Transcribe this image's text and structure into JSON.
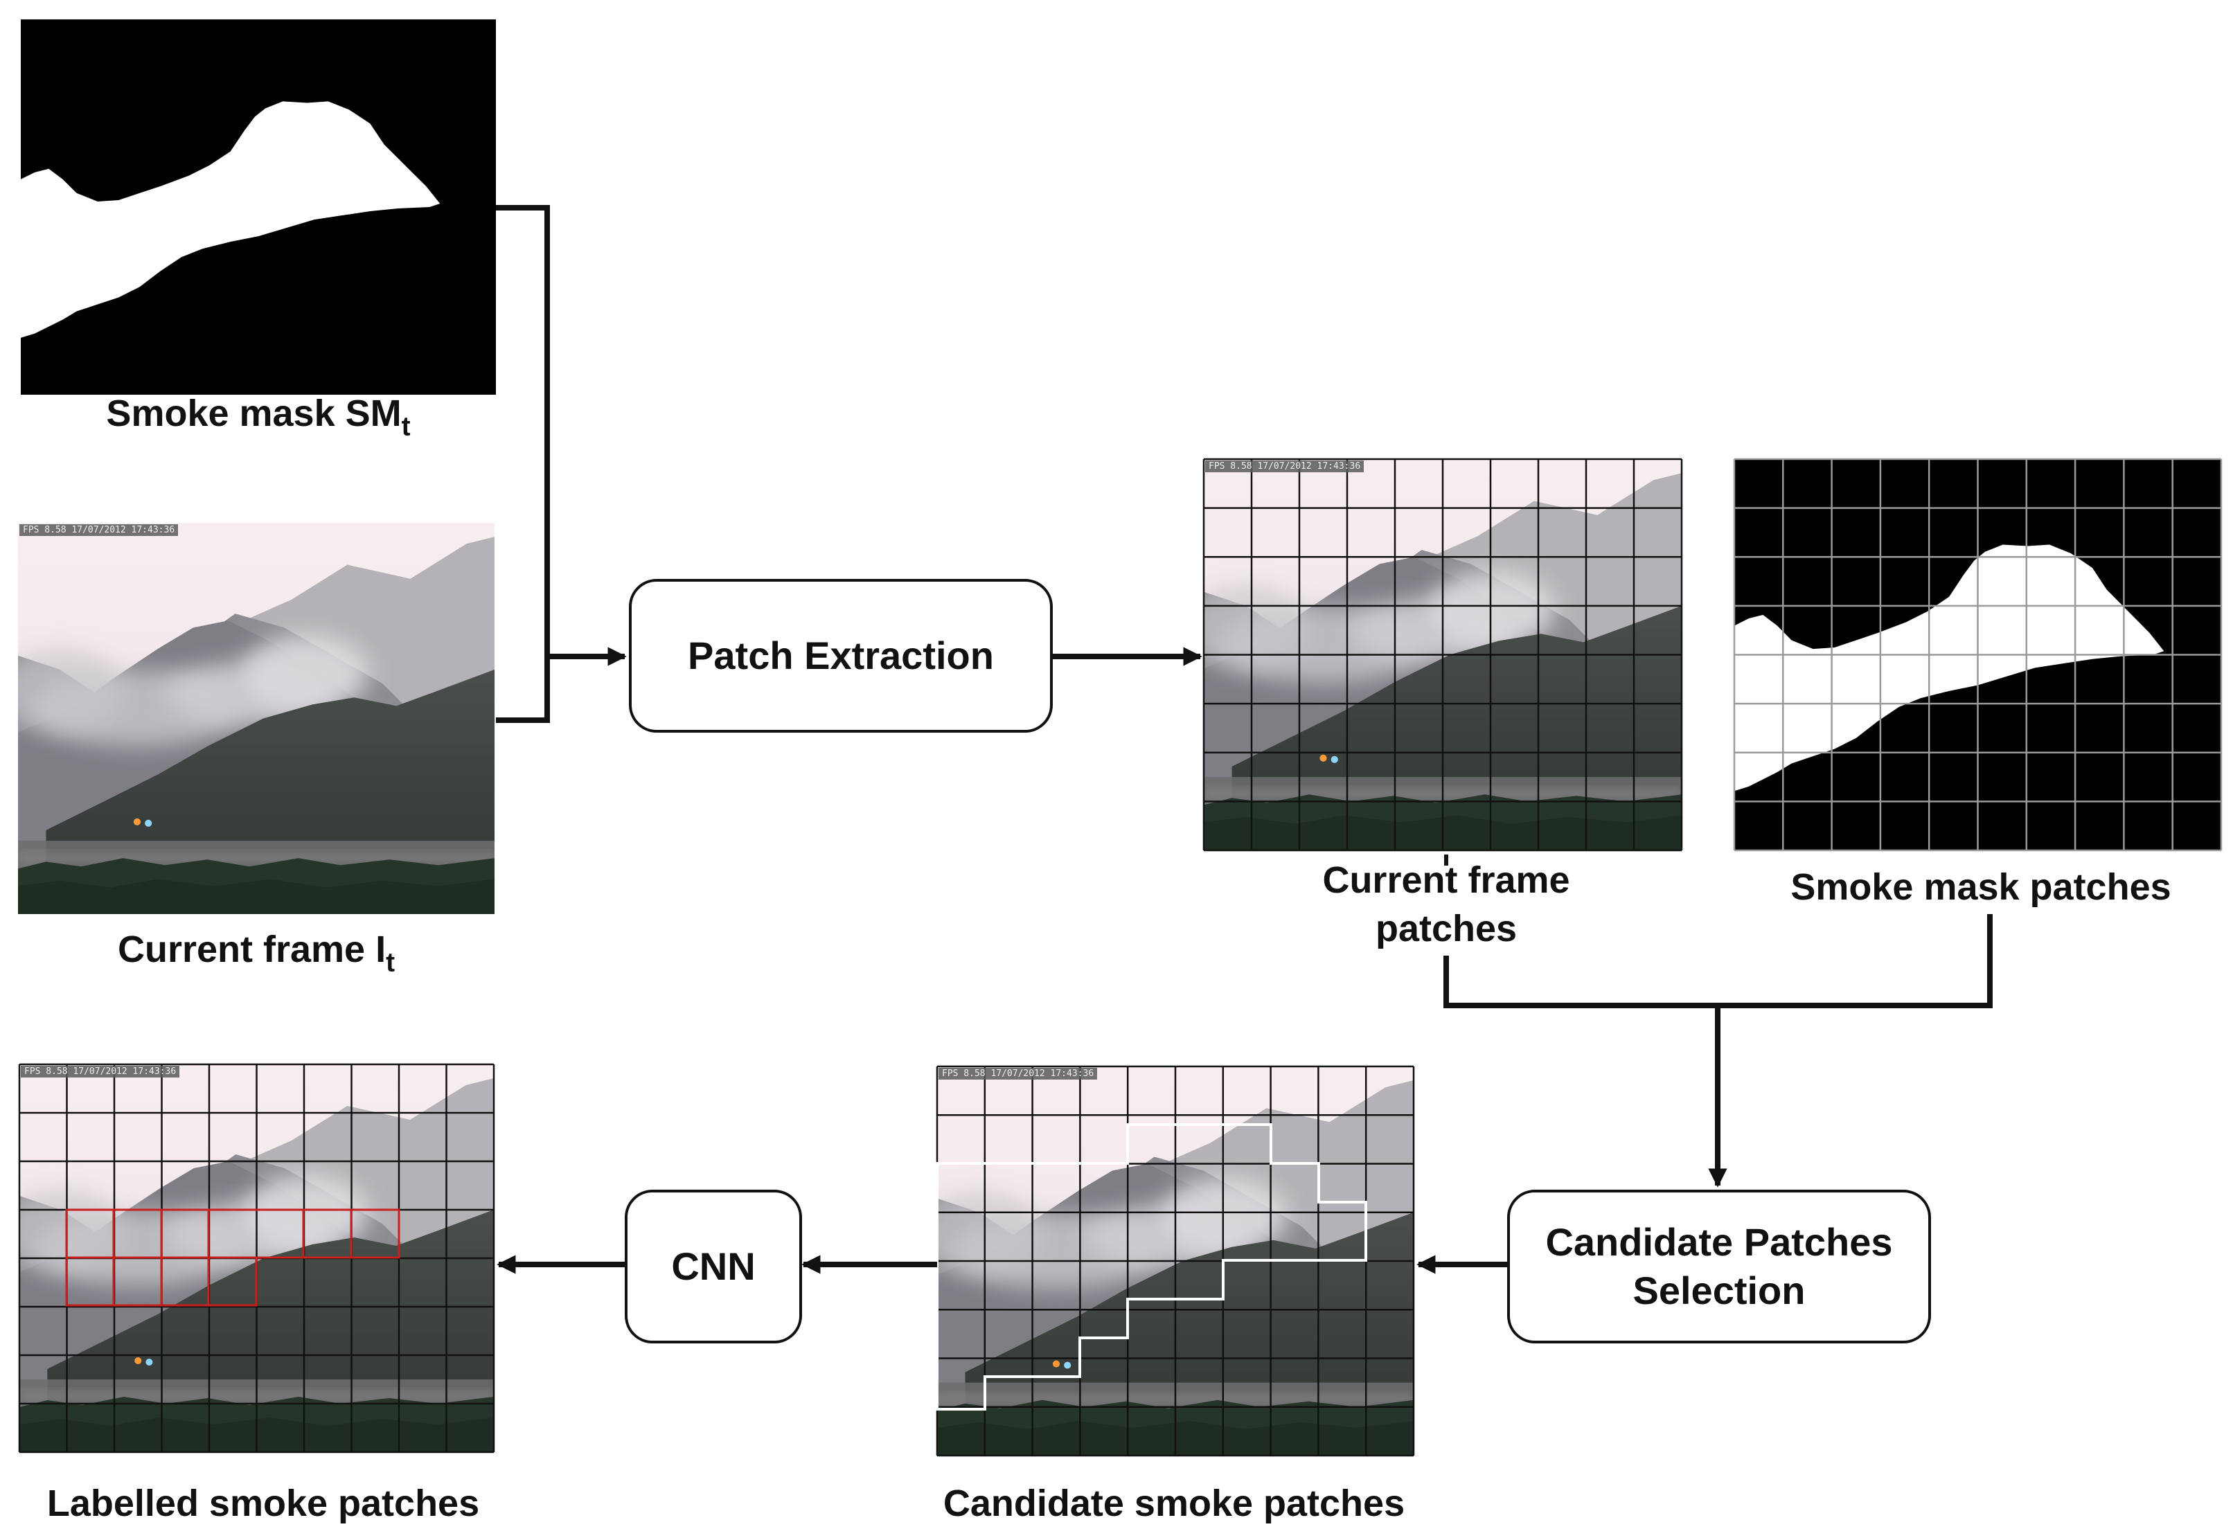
{
  "colors": {
    "arrow": "#111111",
    "sky": "#f7ecee",
    "mountain_far": "#b3b0b4",
    "mountain_mid": "#84838a",
    "mountain_near": "#3f4441",
    "vegetation": "#27382a",
    "grid_frame": "#111111",
    "grid_mask": "#9a9a9a",
    "candidate_outline": "#ffffff",
    "labelled_outline": "#c8201f"
  },
  "images": {
    "smoke_mask": {
      "caption_main": "Smoke mask SM",
      "caption_sub": "t",
      "icon": "smoke-mask-image"
    },
    "current_frame": {
      "caption_main": "Current frame I",
      "caption_sub": "t",
      "stamp": "FPS 8.58 17/07/2012 17:43:36",
      "icon": "mountain-smoke-photo"
    },
    "current_frame_patches": {
      "caption": "Current frame\npatches",
      "stamp": "FPS 8.58 17/07/2012 17:43:36"
    },
    "smoke_mask_patches": {
      "caption": "Smoke mask patches"
    },
    "candidate_smoke_patches": {
      "caption": "Candidate smoke patches",
      "stamp": "FPS 8.58 17/07/2012 17:43:36"
    },
    "labelled_smoke_patches": {
      "caption": "Labelled smoke patches",
      "stamp": "FPS 8.58 17/07/2012 17:43:36"
    }
  },
  "steps": {
    "patch_extraction": "Patch Extraction",
    "candidate_selection": "Candidate Patches\nSelection",
    "cnn": "CNN"
  }
}
